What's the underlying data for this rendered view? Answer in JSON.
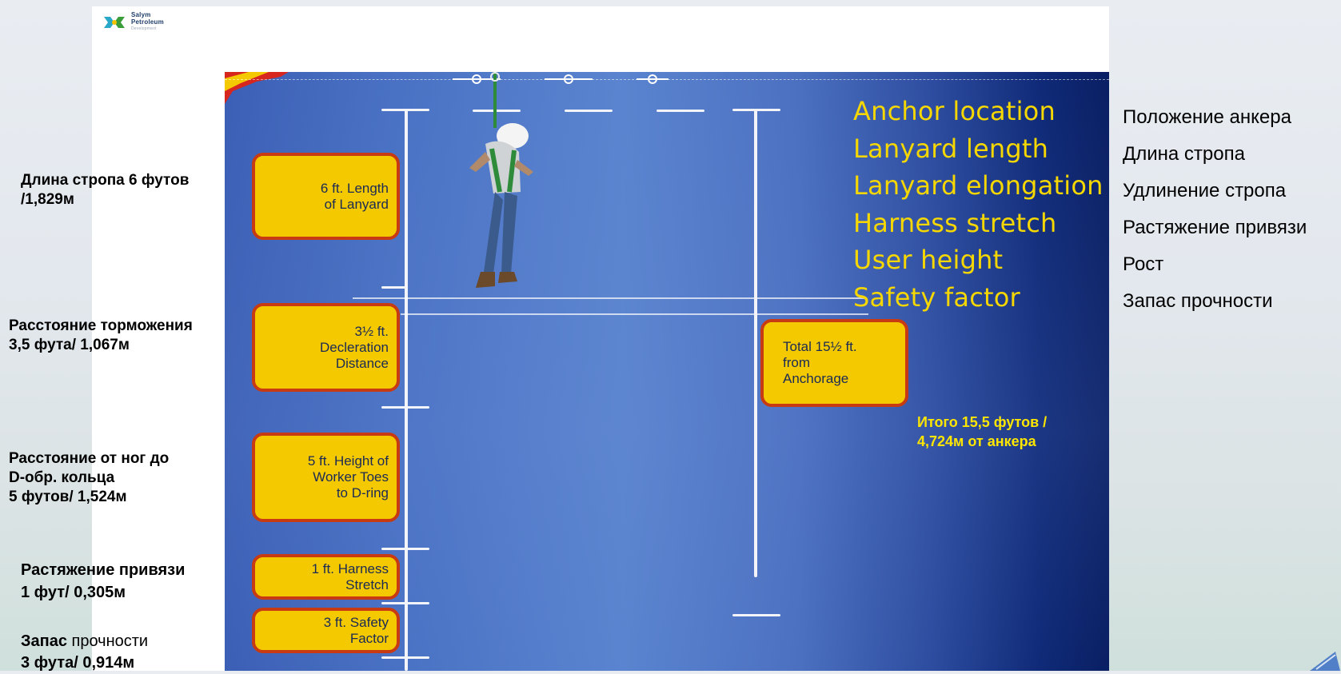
{
  "logo": {
    "icon": "salym-petroleum-logo-icon",
    "line1": "Salym",
    "line2": "Petroleum",
    "line3": "Development"
  },
  "diagram": {
    "boxes": {
      "lanyard": "6 ft. Length\nof Lanyard",
      "deceleration": "3½ ft.\nDecleration\nDistance",
      "height": "5 ft. Height of\nWorker Toes\nto D-ring",
      "harness": "1 ft. Harness\nStretch",
      "safety": "3 ft. Safety\nFactor",
      "total": "Total 15½ ft.\nfrom\nAnchorage"
    },
    "factors": [
      "Anchor location",
      "Lanyard length",
      "Lanyard elongation",
      "Harness stretch",
      "User height",
      "Safety factor"
    ],
    "total_ru_line1": "Итого 15,5 футов /",
    "total_ru_line2": "4,724м от анкера"
  },
  "left_labels": {
    "lanyard": {
      "line1": "Длина стропа 6 футов",
      "line2": "/1,829м"
    },
    "deceleration": {
      "line1": "Расстояние торможения",
      "line2": "3,5 фута/ 1,067м"
    },
    "height": {
      "line1": "Расстояние от ног до",
      "line2": "D-обр. кольца",
      "line3": "5 футов/ 1,524м"
    },
    "harness": {
      "line1a": "Растяжение",
      "line1b": " привязи",
      "line2": "1 фут/ 0,305м"
    },
    "safety": {
      "line1a": "Запас",
      "line1b": " прочности",
      "line2": "3 фута/ 0,914м"
    }
  },
  "translations": [
    "Положение анкера",
    "Длина стропа",
    "Удлинение стропа",
    "Растяжение привязи",
    "Рост",
    "Запас прочности"
  ],
  "colors": {
    "box_fill": "#f4c900",
    "box_border": "#c83a12",
    "factor_text": "#f6d700",
    "panel_blue": "#4a72c4"
  }
}
